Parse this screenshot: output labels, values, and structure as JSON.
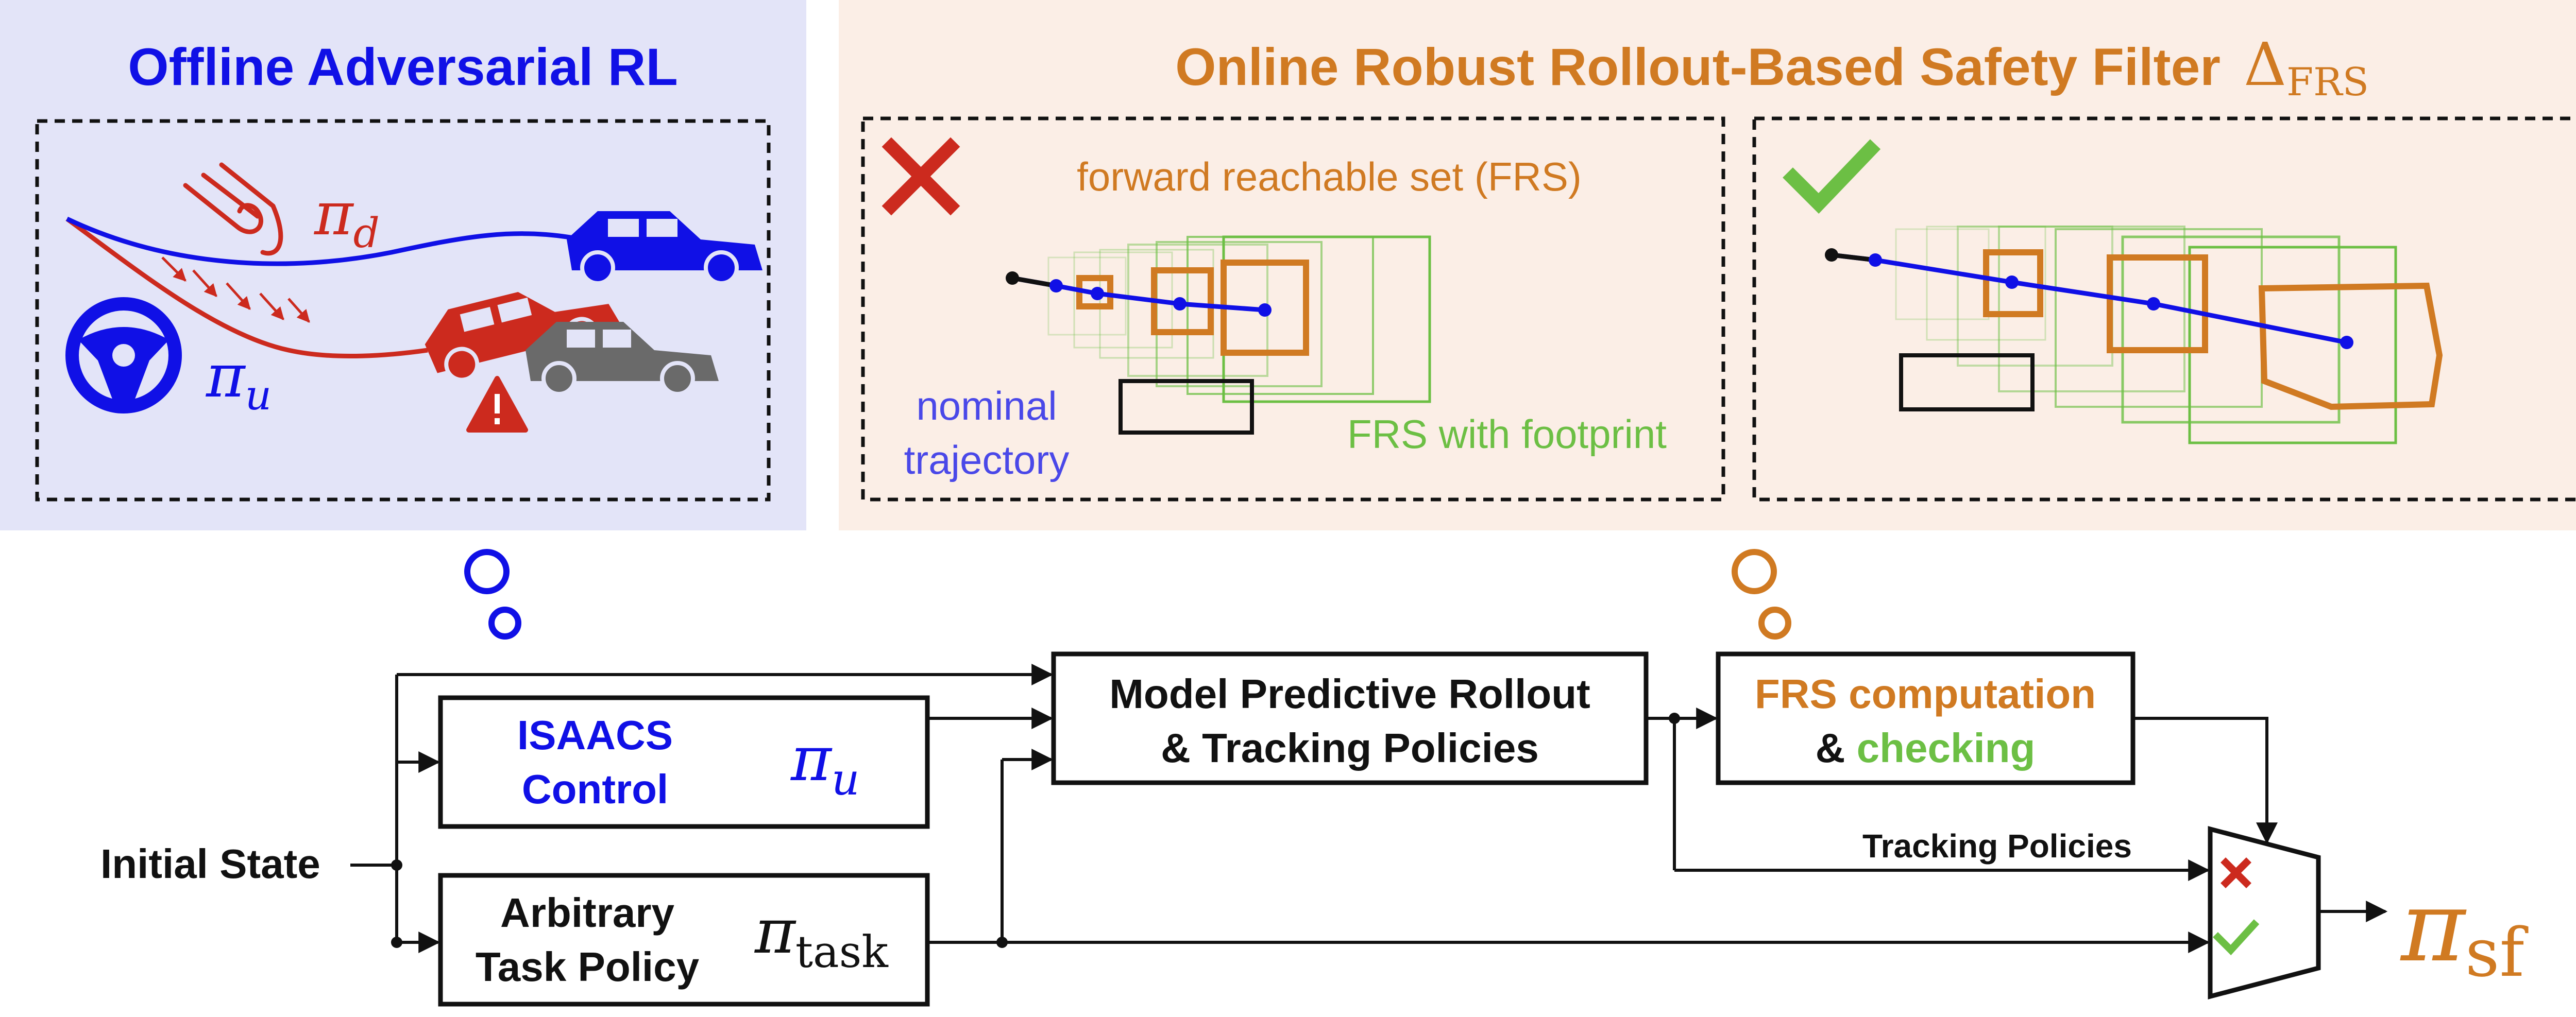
{
  "colors": {
    "blue": "#1010e6",
    "orange": "#d07a22",
    "green": "#6cbf44",
    "red": "#cc2a1e",
    "gray": "#6a6a6a",
    "black": "#111111",
    "offline_bg": "#e3e4f8",
    "online_bg": "#fbeee6"
  },
  "offline": {
    "title": "Offline Adversarial RL",
    "pi_d": "πd",
    "pi_u": "πu"
  },
  "online": {
    "title": "Online Robust Rollout-Based Safety Filter",
    "title_symbol": "ΔFRS",
    "frs_label": "forward reachable set (FRS)",
    "nominal_label_line1": "nominal",
    "nominal_label_line2": "trajectory",
    "frs_footprint_label": "FRS with footprint"
  },
  "blocks": {
    "isaacs_line1": "ISAACS",
    "isaacs_line2": "Control",
    "isaacs_symbol": "πu",
    "task_line1": "Arbitrary",
    "task_line2": "Task Policy",
    "task_symbol": "πtask",
    "mpr_line1": "Model Predictive Rollout",
    "mpr_line2": "& Tracking Policies",
    "frs_line1": "FRS computation",
    "frs_line2_amp": "&",
    "frs_line2_check": "checking",
    "initial_state": "Initial State",
    "tracking_policies": "Tracking Policies",
    "output_symbol": "πsf"
  },
  "icons": [
    "steering-wheel-icon",
    "wind-icon",
    "warning-icon",
    "cross-icon",
    "check-icon",
    "car-icon"
  ]
}
